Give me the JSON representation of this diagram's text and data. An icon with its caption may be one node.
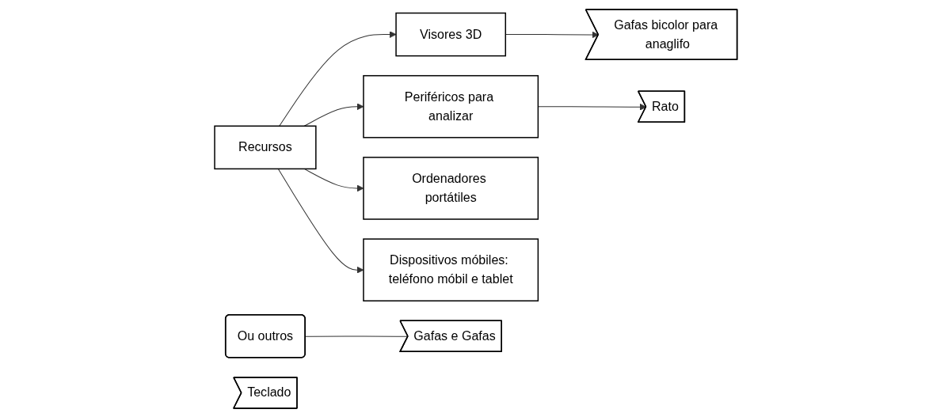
{
  "diagram": {
    "nodes": [
      {
        "text": [
          "Recursos"
        ]
      },
      {
        "text": [
          "Visores 3D"
        ]
      },
      {
        "text": [
          "Periféricos para analizar"
        ]
      },
      {
        "text": [
          "Ordenadores portátiles"
        ]
      },
      {
        "text": [
          "Dispositivos móbiles: teléfono móbil e tablet"
        ]
      },
      {
        "text": [
          "Gafas bicolor para anaglifo"
        ]
      },
      {
        "text": [
          "Gafas e Gafas"
        ]
      },
      {
        "text": [
          "Ou outros"
        ]
      },
      {
        "text": [
          "Rato"
        ]
      },
      {
        "text": [
          "Teclado"
        ]
      }
    ],
    "edges": [
      {
        "from": 0,
        "to": 1,
        "arrow": "to"
      },
      {
        "from": 0,
        "to": 2,
        "arrow": "to"
      },
      {
        "from": 0,
        "to": 3,
        "arrow": "to"
      },
      {
        "from": 0,
        "to": 4,
        "arrow": "to"
      },
      {
        "from": 1,
        "to": 5,
        "arrow": "to"
      },
      {
        "from": 2,
        "to": 8,
        "arrow": "to"
      },
      {
        "from": 7,
        "to": 6,
        "arrow": "none"
      }
    ]
  }
}
